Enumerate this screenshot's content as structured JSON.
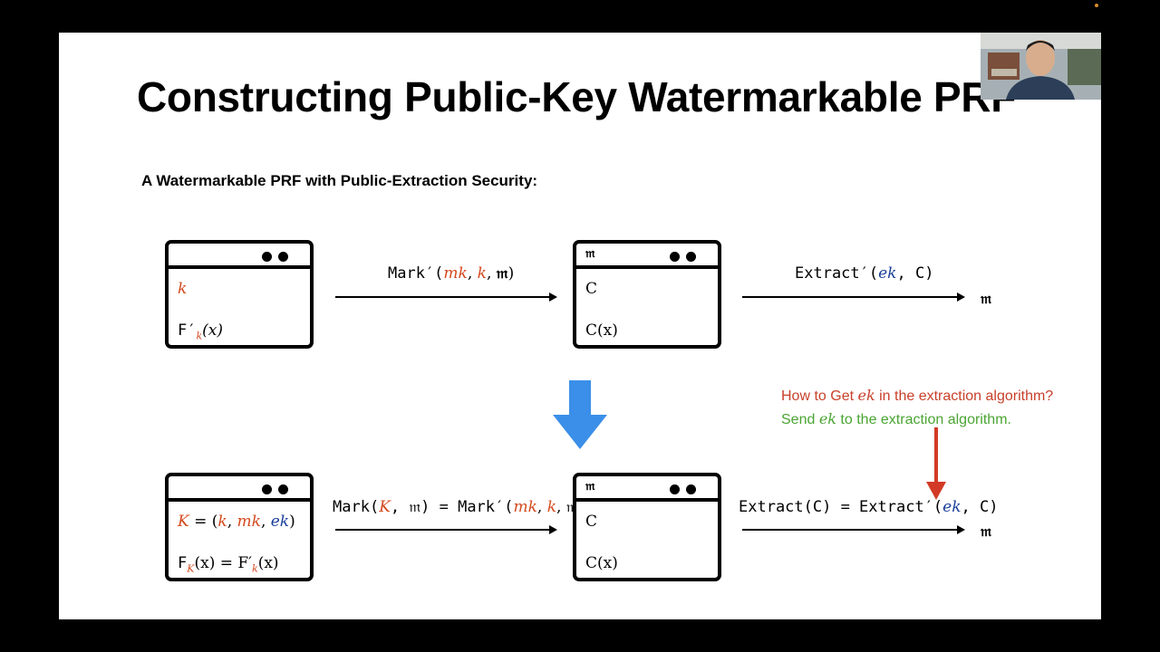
{
  "slide": {
    "title": "Constructing Public-Key Watermarkable PRF",
    "subtitle": "A Watermarkable PRF with Public-Extraction Security:"
  },
  "top_row": {
    "win1": {
      "line1": "k",
      "line2_prefix": "F′",
      "line2_sub": "k",
      "line2_suffix": "(x)"
    },
    "arrow1_label": {
      "fn": "Mark′(",
      "mk": "mk",
      "sep1": ", ",
      "k": "k",
      "sep2": ", ",
      "m": "𝔪",
      "close": ")"
    },
    "win2": {
      "bar_label": "𝔪",
      "line1": "C",
      "line2": "C(x)"
    },
    "arrow2_label": {
      "fn": "Extract′(",
      "ek": "ek",
      "rest": ", C)"
    },
    "output": "𝔪"
  },
  "bottom_row": {
    "win1": {
      "line1": {
        "K": "K",
        "eq": " = (",
        "k": "k",
        "c1": ", ",
        "mk": "mk",
        "c2": ", ",
        "ek": "ek",
        "close": ")"
      },
      "line2": {
        "F": "F",
        "K": "K",
        "mid": "(x) = F′",
        "k": "k",
        "end": "(x)"
      }
    },
    "arrow1_label": {
      "fn": "Mark(",
      "K": "K",
      "mid": ", 𝔪) = Mark′(",
      "mk": "mk",
      "c1": ", ",
      "k": "k",
      "end": ", 𝔪)"
    },
    "win2": {
      "bar_label": "𝔪",
      "line1": "C",
      "line2": "C(x)"
    },
    "arrow2_label": {
      "fn": "Extract(C) = Extract′(",
      "ek": "ek",
      "rest": ", C)"
    },
    "output": "𝔪"
  },
  "notes": {
    "q_prefix": "How to Get ",
    "q_ek": "ek",
    "q_suffix": " in the extraction algorithm?",
    "a_prefix": "Send ",
    "a_ek": "ek",
    "a_suffix": " to the extraction algorithm."
  },
  "colors": {
    "red": "#d4491e",
    "blue": "#1a3f9a",
    "note_red": "#c8402a",
    "note_green": "#4aa532",
    "big_arrow": "#3b8fe8"
  }
}
